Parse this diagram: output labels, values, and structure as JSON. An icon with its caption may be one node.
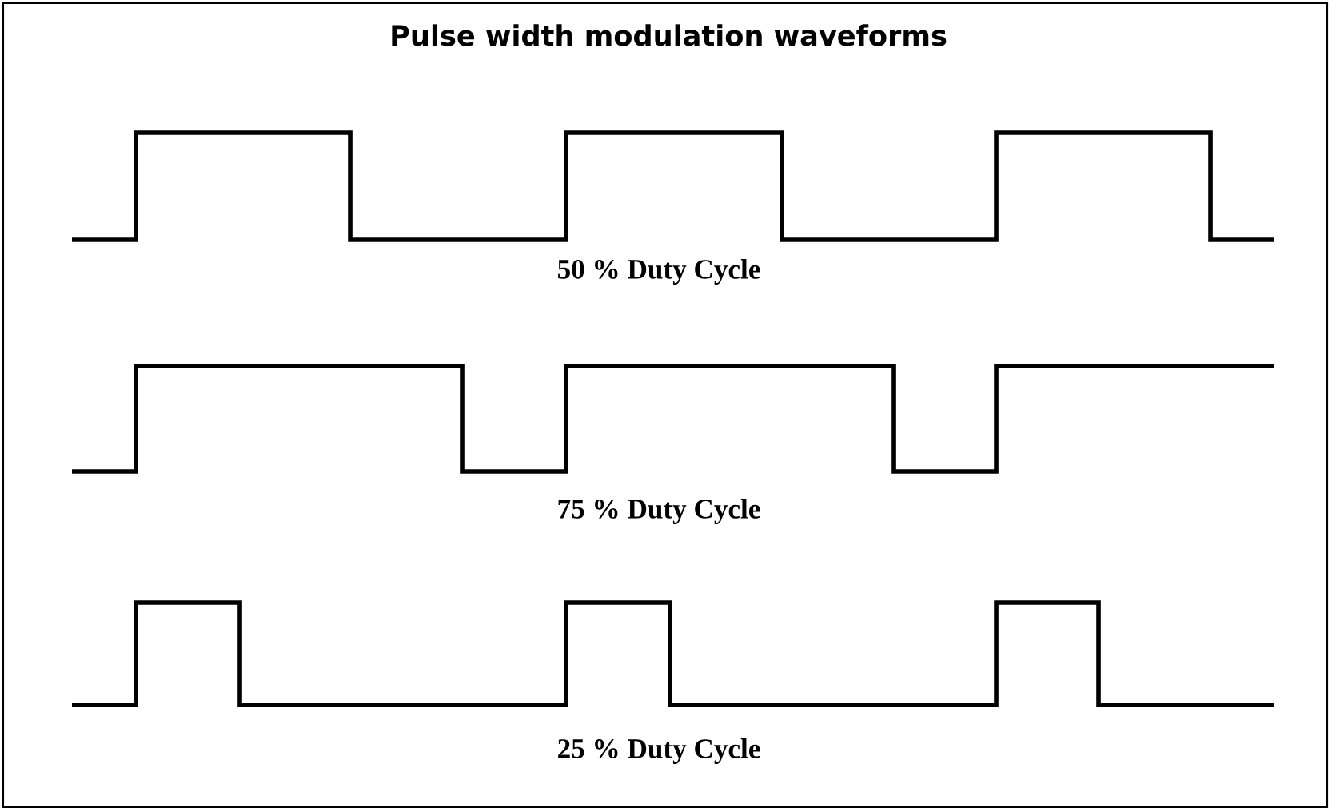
{
  "diagram": {
    "title": "Pulse width modulation waveforms",
    "labels": [
      "50 % Duty Cycle",
      "75 % Duty Cycle",
      "25 % Duty Cycle"
    ]
  }
}
